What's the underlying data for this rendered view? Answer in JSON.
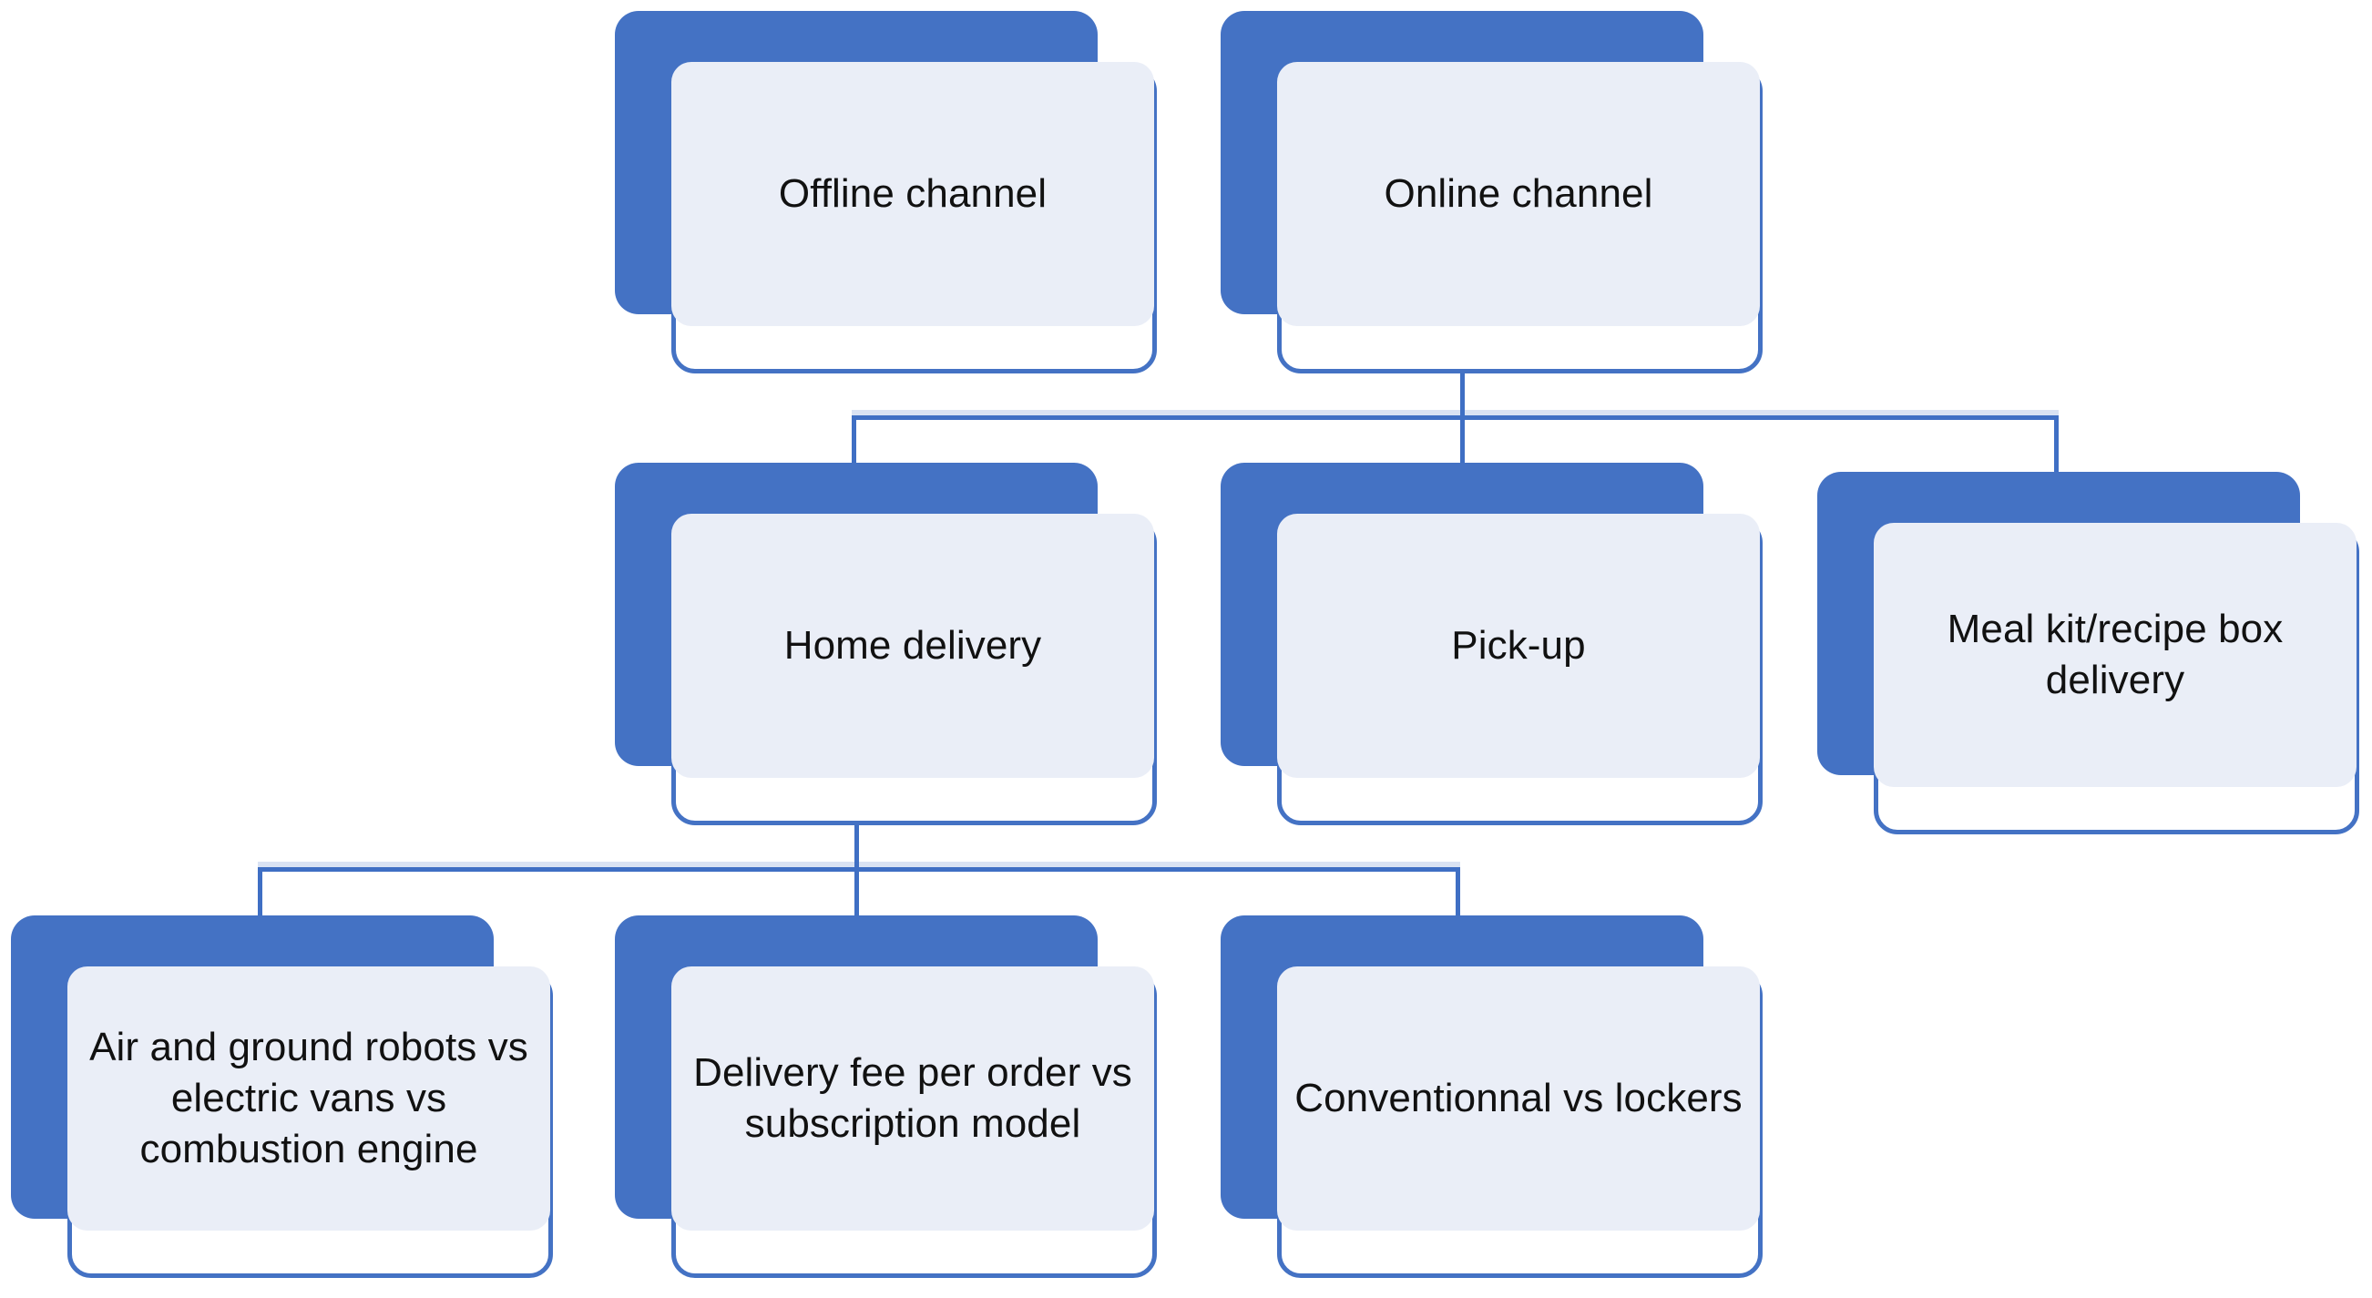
{
  "diagram": {
    "type": "hierarchy-tree",
    "title": "",
    "colors": {
      "plate_blue": "#4472c4",
      "card_border_blue": "#4472c4",
      "panel_fill": "#eaeef7",
      "connector_blue": "#3f6fc4",
      "connector_faint": "#d9e2f3",
      "text": "#111111",
      "background": "#ffffff"
    },
    "levels": [
      {
        "level": 1,
        "nodes": [
          {
            "id": "offline-channel",
            "label": "Offline channel"
          },
          {
            "id": "online-channel",
            "label": "Online channel"
          }
        ]
      },
      {
        "level": 2,
        "parent": "online-channel",
        "nodes": [
          {
            "id": "home-delivery",
            "label": "Home delivery"
          },
          {
            "id": "pick-up",
            "label": "Pick-up"
          },
          {
            "id": "meal-kit-recipe-box-delivery",
            "label": "Meal kit/recipe box delivery"
          }
        ]
      },
      {
        "level": 3,
        "parent": "home-delivery",
        "nodes": [
          {
            "id": "air-ground-robots",
            "label": "Air and ground robots vs electric vans vs combustion engine"
          },
          {
            "id": "delivery-fee-model",
            "label": "Delivery fee per order vs subscription model"
          },
          {
            "id": "conventional-vs-lockers",
            "label": "Conventionnal vs lockers"
          }
        ]
      }
    ],
    "edges": [
      {
        "from": "online-channel",
        "to": "home-delivery"
      },
      {
        "from": "online-channel",
        "to": "pick-up"
      },
      {
        "from": "online-channel",
        "to": "meal-kit-recipe-box-delivery"
      },
      {
        "from": "home-delivery",
        "to": "air-ground-robots"
      },
      {
        "from": "home-delivery",
        "to": "delivery-fee-model"
      },
      {
        "from": "home-delivery",
        "to": "conventional-vs-lockers"
      }
    ]
  }
}
